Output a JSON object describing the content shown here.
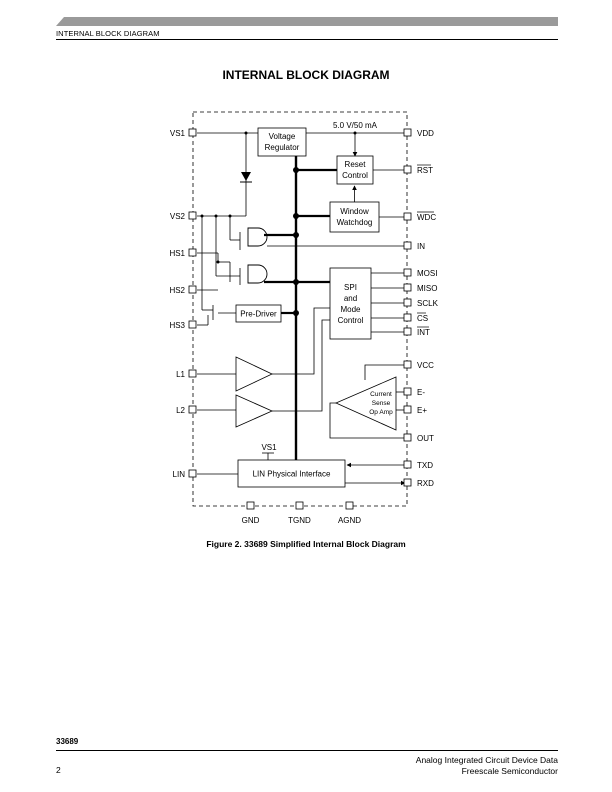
{
  "header": {
    "section": "INTERNAL BLOCK DIAGRAM"
  },
  "title": "INTERNAL BLOCK DIAGRAM",
  "diagram": {
    "supply_label": "5.0 V/50 mA",
    "blocks": {
      "voltage_regulator": [
        "Voltage",
        "Regulator"
      ],
      "reset_control": [
        "Reset",
        "Control"
      ],
      "window_watchdog": [
        "Window",
        "Watchdog"
      ],
      "spi_mode_control": [
        "SPI",
        "and",
        "Mode",
        "Control"
      ],
      "pre_driver": "Pre-Driver",
      "current_sense": [
        "Current",
        "Sense",
        "Op Amp"
      ],
      "lin_interface": "LIN Physical Interface",
      "lin_supply": "VS1"
    },
    "left_pins": [
      "VS1",
      "VS2",
      "HS1",
      "HS2",
      "HS3",
      "L1",
      "L2",
      "LIN"
    ],
    "right_pins": [
      "VDD",
      "RST",
      "WDC",
      "IN",
      "MOSI",
      "MISO",
      "SCLK",
      "CS",
      "INT",
      "VCC",
      "E-",
      "E+",
      "OUT",
      "TXD",
      "RXD"
    ],
    "bottom_pins": [
      "GND",
      "TGND",
      "AGND"
    ]
  },
  "caption": "Figure 2. 33689 Simplified Internal Block Diagram",
  "footer": {
    "part_number": "33689",
    "page_number": "2",
    "doc_title": "Analog Integrated Circuit Device Data",
    "company": "Freescale Semiconductor"
  }
}
